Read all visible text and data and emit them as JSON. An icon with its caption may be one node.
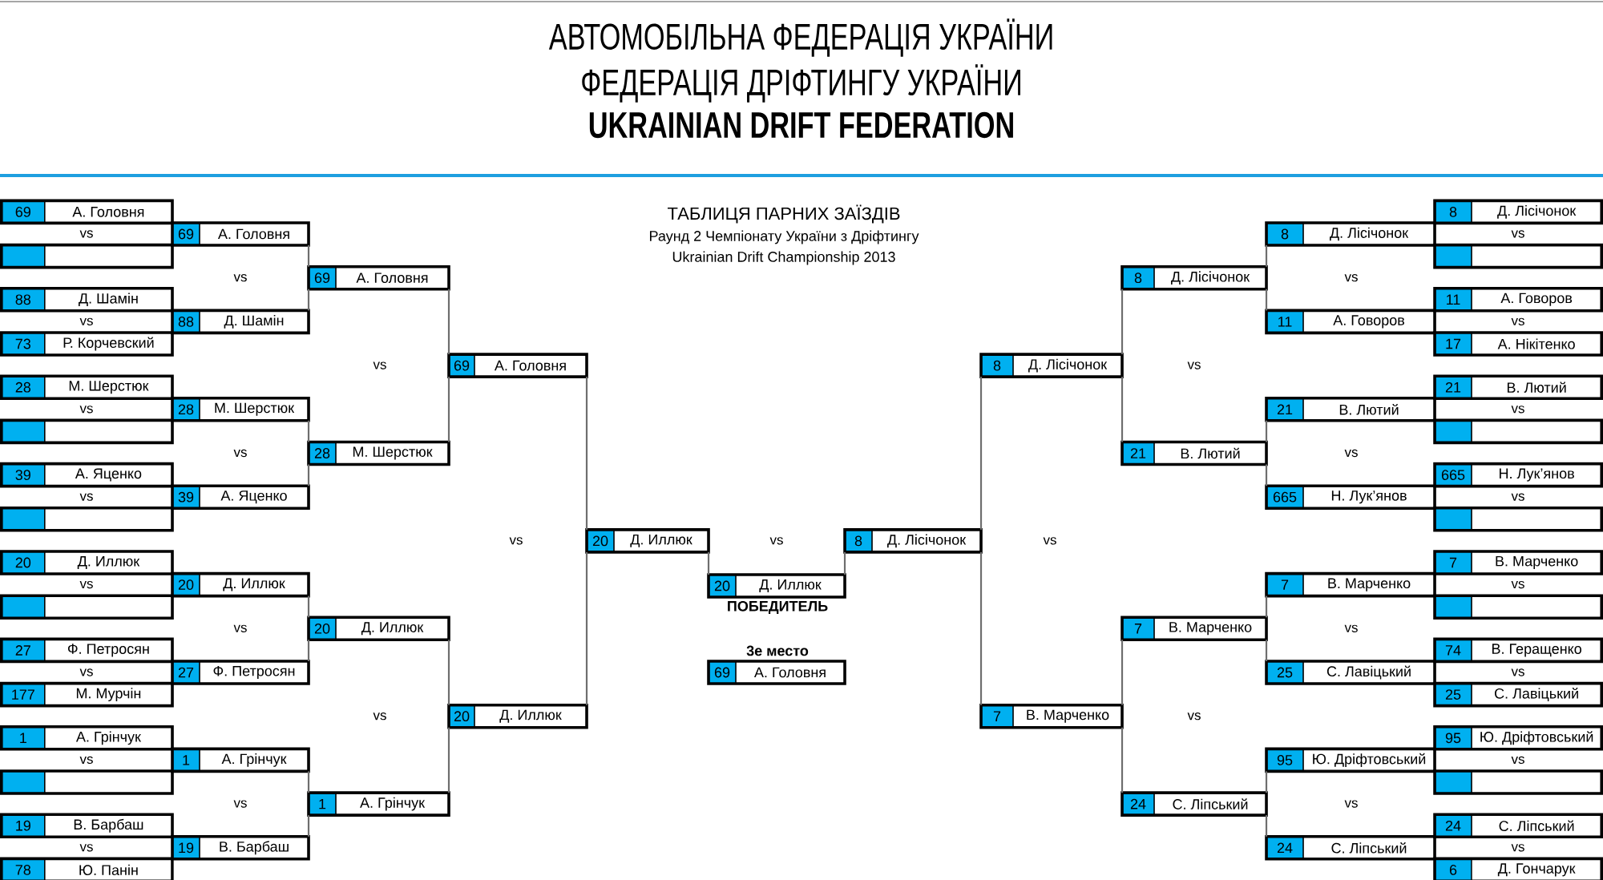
{
  "diagram": {
    "title": "ТАБЛИЦЯ ПАРНИХ ЗАЇЗДІВ",
    "nodes": [
      {
        "text": [
          "69",
          "А. Головня"
        ]
      },
      {
        "text": [],
        "shape": "box"
      },
      {
        "text": [
          "88",
          "Д. Шамін"
        ]
      },
      {
        "text": [
          "73",
          "Р. Корчевский"
        ]
      },
      {
        "text": [
          "28",
          "М. Шерстюк"
        ]
      },
      {
        "text": [],
        "shape": "box"
      },
      {
        "text": [
          "39",
          "А. Яценко"
        ]
      },
      {
        "text": [],
        "shape": "box"
      },
      {
        "text": [
          "20",
          "Д. Иллюк"
        ]
      },
      {
        "text": [],
        "shape": "box"
      },
      {
        "text": [
          "27",
          "Ф. Петросян"
        ]
      },
      {
        "text": [
          "177",
          "М. Мурчін"
        ]
      },
      {
        "text": [
          "1",
          "А. Грінчук"
        ]
      },
      {
        "text": [],
        "shape": "box"
      },
      {
        "text": [
          "19",
          "В. Барбаш"
        ]
      },
      {
        "text": [
          "78",
          "Ю. Панін"
        ]
      },
      {
        "text": [
          "69",
          "А. Головня"
        ]
      },
      {
        "text": [
          "88",
          "Д. Шамін"
        ]
      },
      {
        "text": [
          "28",
          "М. Шерстюк"
        ]
      },
      {
        "text": [
          "39",
          "А. Яценко"
        ]
      },
      {
        "text": [
          "20",
          "Д. Иллюк"
        ]
      },
      {
        "text": [
          "27",
          "Ф. Петросян"
        ]
      },
      {
        "text": [
          "1",
          "А. Грінчук"
        ]
      },
      {
        "text": [
          "19",
          "В. Барбаш"
        ]
      },
      {
        "text": [
          "69",
          "А. Головня"
        ]
      },
      {
        "text": [
          "28",
          "М. Шерстюк"
        ]
      },
      {
        "text": [
          "20",
          "Д. Иллюк"
        ]
      },
      {
        "text": [
          "1",
          "А. Грінчук"
        ]
      },
      {
        "text": [
          "69",
          "А. Головня"
        ]
      },
      {
        "text": [
          "20",
          "Д. Иллюк"
        ]
      },
      {
        "text": [
          "20",
          "Д. Иллюк"
        ]
      },
      {
        "text": [
          "20",
          "Д. Иллюк"
        ],
        "beside": [
          "ПОБЕДИТЕЛЬ"
        ]
      },
      {
        "text": [
          "69",
          "А. Головня"
        ],
        "beside": [
          "3е место"
        ]
      },
      {
        "text": [
          "8",
          "Д. Лісічонок"
        ]
      },
      {
        "text": [
          "8",
          "Д. Лісічонок"
        ]
      },
      {
        "text": [
          "7",
          "В. Марченко"
        ]
      },
      {
        "text": [
          "8",
          "Д. Лісічонок"
        ]
      },
      {
        "text": [
          "21",
          "В. Лютий"
        ]
      },
      {
        "text": [
          "7",
          "В. Марченко"
        ]
      },
      {
        "text": [
          "24",
          "С. Ліпський"
        ]
      },
      {
        "text": [
          "8",
          "Д. Лісічонок"
        ]
      },
      {
        "text": [
          "11",
          "А. Говоров"
        ]
      },
      {
        "text": [
          "21",
          "В. Лютий"
        ]
      },
      {
        "text": [
          "665",
          "Н. Лук’янов"
        ]
      },
      {
        "text": [
          "7",
          "В. Марченко"
        ]
      },
      {
        "text": [
          "25",
          "С. Лавіцький"
        ]
      },
      {
        "text": [
          "95",
          "Ю. Дріфтовський"
        ]
      },
      {
        "text": [
          "24",
          "С. Ліпський"
        ]
      },
      {
        "text": [
          "8",
          "Д. Лісічонок"
        ]
      },
      {
        "text": [],
        "shape": "box"
      },
      {
        "text": [
          "11",
          "А. Говоров"
        ]
      },
      {
        "text": [
          "17",
          "А. Нікітенко"
        ]
      },
      {
        "text": [
          "21",
          "В. Лютий"
        ]
      },
      {
        "text": [],
        "shape": "box"
      },
      {
        "text": [
          "665",
          "Н. Лук’янов"
        ]
      },
      {
        "text": [],
        "shape": "box"
      },
      {
        "text": [
          "7",
          "В. Марченко"
        ]
      },
      {
        "text": [],
        "shape": "box"
      },
      {
        "text": [
          "74",
          "В. Геращенко"
        ]
      },
      {
        "text": [
          "25",
          "С. Лавіцький"
        ]
      },
      {
        "text": [
          "95",
          "Ю. Дріфтовський"
        ]
      },
      {
        "text": [],
        "shape": "box"
      },
      {
        "text": [
          "24",
          "С. Ліпський"
        ]
      },
      {
        "text": [
          "6",
          "Д. Гончарук"
        ]
      }
    ],
    "edges": [
      {
        "from": 16,
        "to": 24,
        "arrow": "none"
      },
      {
        "from": 17,
        "to": 24,
        "arrow": "none"
      },
      {
        "from": 18,
        "to": 25,
        "arrow": "none"
      },
      {
        "from": 19,
        "to": 25,
        "arrow": "none"
      },
      {
        "from": 20,
        "to": 26,
        "arrow": "none"
      },
      {
        "from": 21,
        "to": 26,
        "arrow": "none"
      },
      {
        "from": 22,
        "to": 27,
        "arrow": "none"
      },
      {
        "from": 23,
        "to": 27,
        "arrow": "none"
      },
      {
        "from": 24,
        "to": 28,
        "arrow": "none"
      },
      {
        "from": 25,
        "to": 28,
        "arrow": "none"
      },
      {
        "from": 26,
        "to": 29,
        "arrow": "none"
      },
      {
        "from": 27,
        "to": 29,
        "arrow": "none"
      },
      {
        "from": 28,
        "to": 30,
        "arrow": "none"
      },
      {
        "from": 29,
        "to": 30,
        "arrow": "none"
      },
      {
        "from": 30,
        "to": 31,
        "arrow": "none"
      },
      {
        "from": 33,
        "to": 31,
        "arrow": "none"
      },
      {
        "from": 34,
        "to": 33,
        "arrow": "none"
      },
      {
        "from": 35,
        "to": 33,
        "arrow": "none"
      },
      {
        "from": 36,
        "to": 34,
        "arrow": "none"
      },
      {
        "from": 37,
        "to": 34,
        "arrow": "none"
      },
      {
        "from": 38,
        "to": 35,
        "arrow": "none"
      },
      {
        "from": 39,
        "to": 35,
        "arrow": "none"
      },
      {
        "from": 40,
        "to": 36,
        "arrow": "none"
      },
      {
        "from": 41,
        "to": 36,
        "arrow": "none"
      },
      {
        "from": 42,
        "to": 37,
        "arrow": "none"
      },
      {
        "from": 43,
        "to": 37,
        "arrow": "none"
      },
      {
        "from": 44,
        "to": 38,
        "arrow": "none"
      },
      {
        "from": 45,
        "to": 38,
        "arrow": "none"
      },
      {
        "from": 46,
        "to": 39,
        "arrow": "none"
      },
      {
        "from": 47,
        "to": 39,
        "arrow": "none"
      }
    ],
    "labels": [
      "АВТОМОБІЛЬНА ФЕДЕРАЦІЯ УКРАЇНИ",
      "ФЕДЕРАЦІЯ ДРІФТИНГУ УКРАЇНИ",
      "UKRAINIAN DRIFT FEDERATION",
      "Раунд 2 Чемпіонату України з Дріфтингу",
      "Ukrainian Drift Championship 2013",
      "vs",
      "vs",
      "vs",
      "vs",
      "vs",
      "vs",
      "vs",
      "vs",
      "vs",
      "vs",
      "vs",
      "vs",
      "vs",
      "vs",
      "vs",
      "vs",
      "vs",
      "vs",
      "vs",
      "vs",
      "vs",
      "vs",
      "vs",
      "vs",
      "vs",
      "vs",
      "vs",
      "vs",
      "vs",
      "vs",
      "vs"
    ]
  }
}
